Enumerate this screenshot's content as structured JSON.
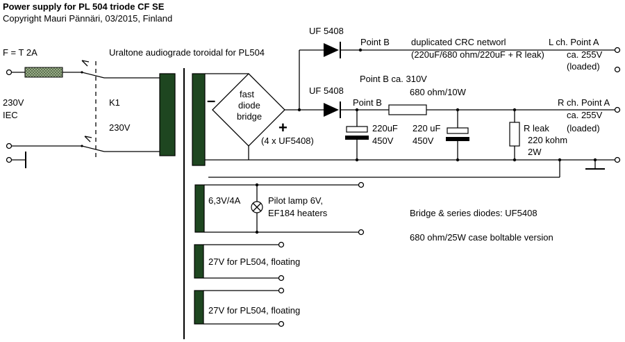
{
  "header": {
    "title": "Power supply for PL 504  triode CF SE",
    "copyright": "Copyright Mauri Pännäri, 03/2015, Finland"
  },
  "mains": {
    "fuse": "F = T 2A",
    "voltage": "230V",
    "iec": "IEC",
    "relay": "K1",
    "relay_voltage": "230V"
  },
  "transformer": {
    "label": "Uraltone audiograde toroidal for PL504"
  },
  "bridge": {
    "line1": "fast",
    "line2": "diode",
    "line3": "bridge",
    "count": "(4 x  UF5408)",
    "minus": "–",
    "plus": "+"
  },
  "left_channel": {
    "diode": "UF 5408",
    "point_b": "Point B",
    "network_line1": "duplicated CRC networl",
    "network_line2": "(220uF/680 ohm/220uF + R leak)",
    "point_a": "L ch. Point A",
    "voltage": "ca. 255V",
    "loaded": "(loaded)"
  },
  "right_channel": {
    "diode": "UF 5408",
    "point_b_voltage": "Point B ca. 310V",
    "resistor": "680 ohm/10W",
    "point_b": "Point B",
    "cap1_value": "220uF",
    "cap1_voltage": "450V",
    "cap2_value": "220 uF",
    "cap2_voltage": "450V",
    "rleak": "R leak",
    "rleak_value": "220 kohm",
    "rleak_power": "2W",
    "point_a": "R ch. Point A",
    "voltage": "ca. 255V",
    "loaded": "(loaded)"
  },
  "heater": {
    "winding": "6,3V/4A",
    "pilot1": "Pilot lamp 6V,",
    "pilot2": "EF184 heaters"
  },
  "floating": {
    "w1": "27V for PL504, floating",
    "w2": "27V for PL504, floating"
  },
  "notes": {
    "n1": "Bridge  & series diodes: UF5408",
    "n2": "680 ohm/25W case boltable  version"
  },
  "colors": {
    "ink": "#000000",
    "core": "#1e4620",
    "fuse_fill": "#8fa57a"
  }
}
